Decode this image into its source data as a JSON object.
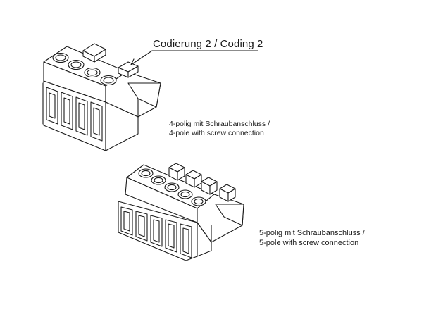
{
  "coding_callout": {
    "text": "Codierung 2 / Coding 2"
  },
  "connector_4pole": {
    "label_line1": "4-polig mit Schraubanschluss /",
    "label_line2": "4-pole with screw connection"
  },
  "connector_5pole": {
    "label_line1": "5-polig mit Schraubanschluss /",
    "label_line2": "5-pole with screw connection"
  },
  "colors": {
    "line": "#1a1a1a",
    "fill": "#ffffff"
  }
}
